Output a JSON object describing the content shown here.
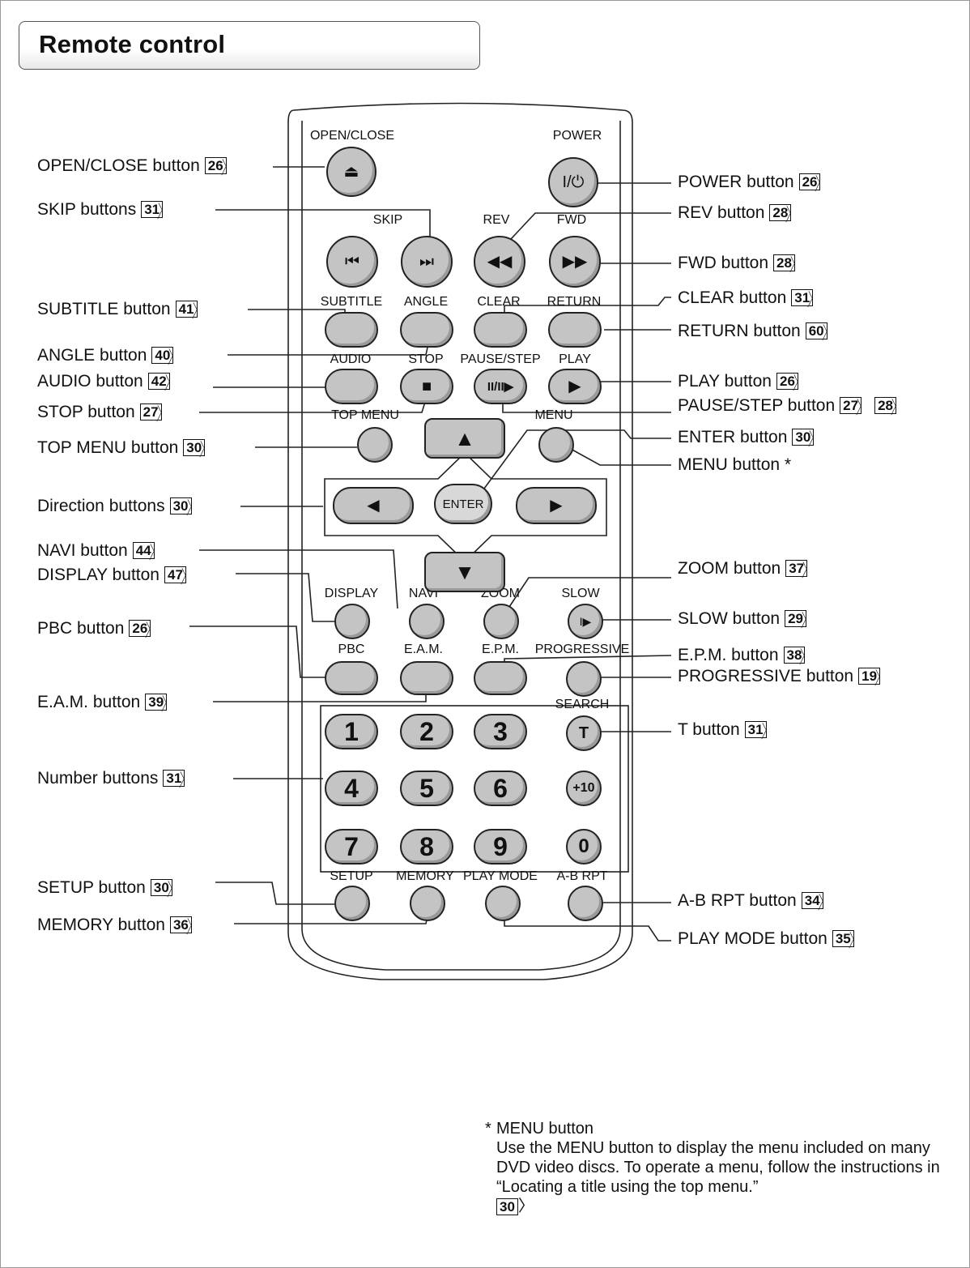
{
  "title": "Remote control",
  "remote_labels": {
    "open_close": "OPEN/CLOSE",
    "power": "POWER",
    "skip": "SKIP",
    "rev": "REV",
    "fwd": "FWD",
    "subtitle": "SUBTITLE",
    "angle": "ANGLE",
    "clear": "CLEAR",
    "return": "RETURN",
    "audio": "AUDIO",
    "stop": "STOP",
    "pause_step": "PAUSE/STEP",
    "play": "PLAY",
    "top_menu": "TOP MENU",
    "menu": "MENU",
    "enter": "ENTER",
    "display": "DISPLAY",
    "navi": "NAVI",
    "zoom": "ZOOM",
    "slow": "SLOW",
    "pbc": "PBC",
    "eam": "E.A.M.",
    "epm": "E.P.M.",
    "progressive": "PROGRESSIVE",
    "search": "SEARCH",
    "setup": "SETUP",
    "memory": "MEMORY",
    "play_mode": "PLAY MODE",
    "ab_rpt": "A-B RPT"
  },
  "button_glyphs": {
    "eject": "⏏",
    "power": "I/⏻",
    "prev": "⏮",
    "next": "⏭",
    "rev": "◀◀",
    "fwd": "▶▶",
    "stop": "■",
    "pause_step": "II/II▶",
    "play": "▶",
    "up": "▲",
    "down": "▼",
    "left": "◀",
    "right": "▶",
    "slow": "I▶",
    "t": "T",
    "plus10": "+10"
  },
  "numbers": [
    "1",
    "2",
    "3",
    "4",
    "5",
    "6",
    "7",
    "8",
    "9",
    "0"
  ],
  "callouts_left": [
    {
      "text": "OPEN/CLOSE button",
      "pages": [
        "26"
      ]
    },
    {
      "text": "SKIP buttons",
      "pages": [
        "31"
      ]
    },
    {
      "text": "SUBTITLE button",
      "pages": [
        "41"
      ]
    },
    {
      "text": "ANGLE button",
      "pages": [
        "40"
      ]
    },
    {
      "text": "AUDIO button",
      "pages": [
        "42"
      ]
    },
    {
      "text": "STOP button",
      "pages": [
        "27"
      ]
    },
    {
      "text": "TOP MENU button",
      "pages": [
        "30"
      ]
    },
    {
      "text": "Direction buttons",
      "pages": [
        "30"
      ]
    },
    {
      "text": "NAVI button",
      "pages": [
        "44"
      ]
    },
    {
      "text": "DISPLAY button",
      "pages": [
        "47"
      ]
    },
    {
      "text": "PBC button",
      "pages": [
        "26"
      ]
    },
    {
      "text": "E.A.M. button",
      "pages": [
        "39"
      ]
    },
    {
      "text": "Number buttons",
      "pages": [
        "31"
      ]
    },
    {
      "text": "SETUP button",
      "pages": [
        "30"
      ]
    },
    {
      "text": "MEMORY button",
      "pages": [
        "36"
      ]
    }
  ],
  "callouts_right": [
    {
      "text": "POWER button",
      "pages": [
        "26"
      ]
    },
    {
      "text": "REV button",
      "pages": [
        "28"
      ]
    },
    {
      "text": "FWD button",
      "pages": [
        "28"
      ]
    },
    {
      "text": "CLEAR button",
      "pages": [
        "31"
      ]
    },
    {
      "text": "RETURN button",
      "pages": [
        "60"
      ]
    },
    {
      "text": "PLAY button",
      "pages": [
        "26"
      ]
    },
    {
      "text": "PAUSE/STEP button",
      "pages": [
        "27",
        "28"
      ]
    },
    {
      "text": "ENTER button",
      "pages": [
        "30"
      ]
    },
    {
      "text": "MENU button *",
      "pages": []
    },
    {
      "text": "ZOOM button",
      "pages": [
        "37"
      ]
    },
    {
      "text": "SLOW button",
      "pages": [
        "29"
      ]
    },
    {
      "text": "E.P.M. button",
      "pages": [
        "38"
      ]
    },
    {
      "text": "PROGRESSIVE button",
      "pages": [
        "19"
      ]
    },
    {
      "text": "T button",
      "pages": [
        "31"
      ]
    },
    {
      "text": "A-B RPT button",
      "pages": [
        "34"
      ]
    },
    {
      "text": "PLAY MODE button",
      "pages": [
        "35"
      ]
    }
  ],
  "note": {
    "star": "*",
    "heading": "MENU button",
    "body": "Use the MENU button to display the menu included on many DVD video discs. To operate a menu, follow the instructions in “Locating a title using the top menu.”",
    "page": "30"
  }
}
